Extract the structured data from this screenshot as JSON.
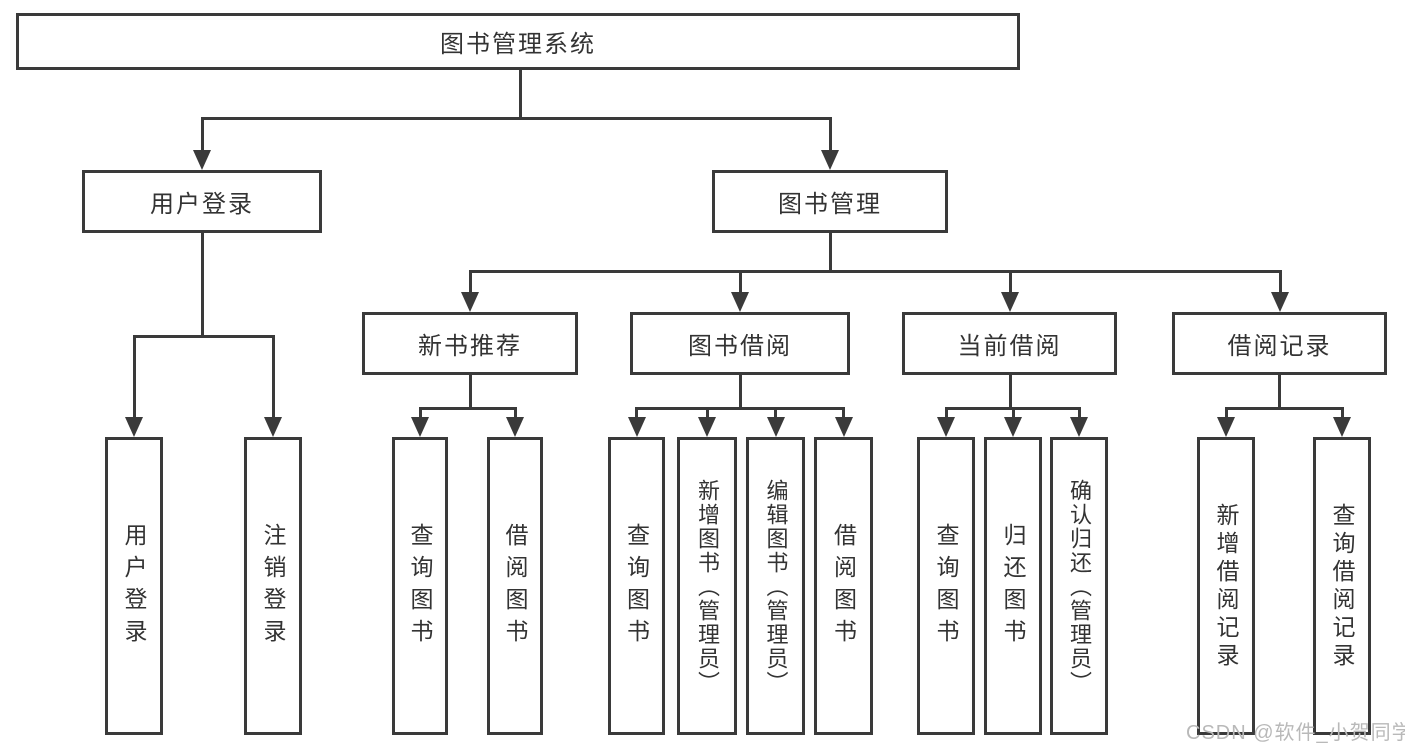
{
  "tree": {
    "root": {
      "label": "图书管理系统",
      "children": {
        "user_login": {
          "label": "用户登录",
          "children": {
            "login": {
              "label": "用户登录"
            },
            "logout": {
              "label": "注销登录"
            }
          }
        },
        "book_mgmt": {
          "label": "图书管理",
          "children": {
            "new_book_rec": {
              "label": "新书推荐",
              "children": {
                "query_books": {
                  "label": "查询图书"
                },
                "borrow_books": {
                  "label": "借阅图书"
                }
              }
            },
            "book_borrow": {
              "label": "图书借阅",
              "children": {
                "query_books": {
                  "label": "查询图书"
                },
                "add_books": {
                  "label": "新增图书（管理员）"
                },
                "edit_books": {
                  "label": "编辑图书（管理员）"
                },
                "borrow_books": {
                  "label": "借阅图书"
                }
              }
            },
            "current_borrow": {
              "label": "当前借阅",
              "children": {
                "query_books": {
                  "label": "查询图书"
                },
                "return_books": {
                  "label": "归还图书"
                },
                "confirm_return": {
                  "label": "确认归还（管理员）"
                }
              }
            },
            "borrow_record": {
              "label": "借阅记录",
              "children": {
                "add_record": {
                  "label": "新增借阅记录"
                },
                "query_record": {
                  "label": "查询借阅记录"
                }
              }
            }
          }
        }
      }
    }
  },
  "watermark": {
    "text": "CSDN @软件_小贺同学"
  },
  "colors": {
    "line": "#3a3a3a",
    "text": "#333333",
    "watermark": "#b9b9b9",
    "background": "#ffffff"
  }
}
